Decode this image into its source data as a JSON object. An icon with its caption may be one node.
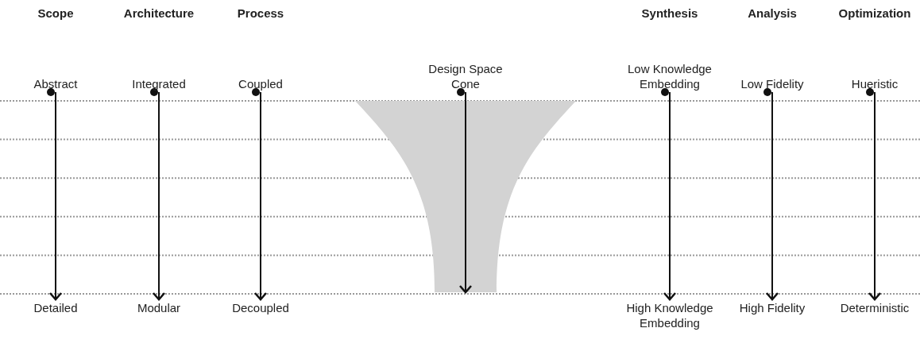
{
  "diagram": {
    "nodes": [
      {
        "text": [
          "Abstract"
        ]
      },
      {
        "text": [
          "Integrated"
        ]
      },
      {
        "text": [
          "Coupled"
        ]
      },
      {
        "text": [
          "Design Space Cone"
        ]
      },
      {
        "text": [
          "Low Knowledge Embedding"
        ]
      },
      {
        "text": [
          "Low Fidelity"
        ]
      },
      {
        "text": [
          "Hueristic"
        ]
      },
      {
        "text": [],
        "shape": "funnel"
      },
      {
        "text": [
          "Detailed"
        ]
      },
      {
        "text": [
          "Modular"
        ]
      },
      {
        "text": [
          "Decoupled"
        ]
      },
      {
        "text": [
          "High Knowledge Embedding"
        ]
      },
      {
        "text": [
          "High Fidelity"
        ]
      },
      {
        "text": [
          "Deterministic"
        ]
      }
    ],
    "edges": [
      {
        "from": 0,
        "to": 8,
        "arrow": "to"
      },
      {
        "from": 1,
        "to": 9,
        "arrow": "to"
      },
      {
        "from": 2,
        "to": 10,
        "arrow": "to"
      },
      {
        "from": 3,
        "to": 7,
        "arrow": "to"
      },
      {
        "from": 4,
        "to": 11,
        "arrow": "to"
      },
      {
        "from": 5,
        "to": 12,
        "arrow": "to"
      },
      {
        "from": 6,
        "to": 13,
        "arrow": "to"
      }
    ],
    "labels": [
      "Scope",
      "Architecture",
      "Process",
      "Synthesis",
      "Analysis",
      "Optimization"
    ]
  }
}
